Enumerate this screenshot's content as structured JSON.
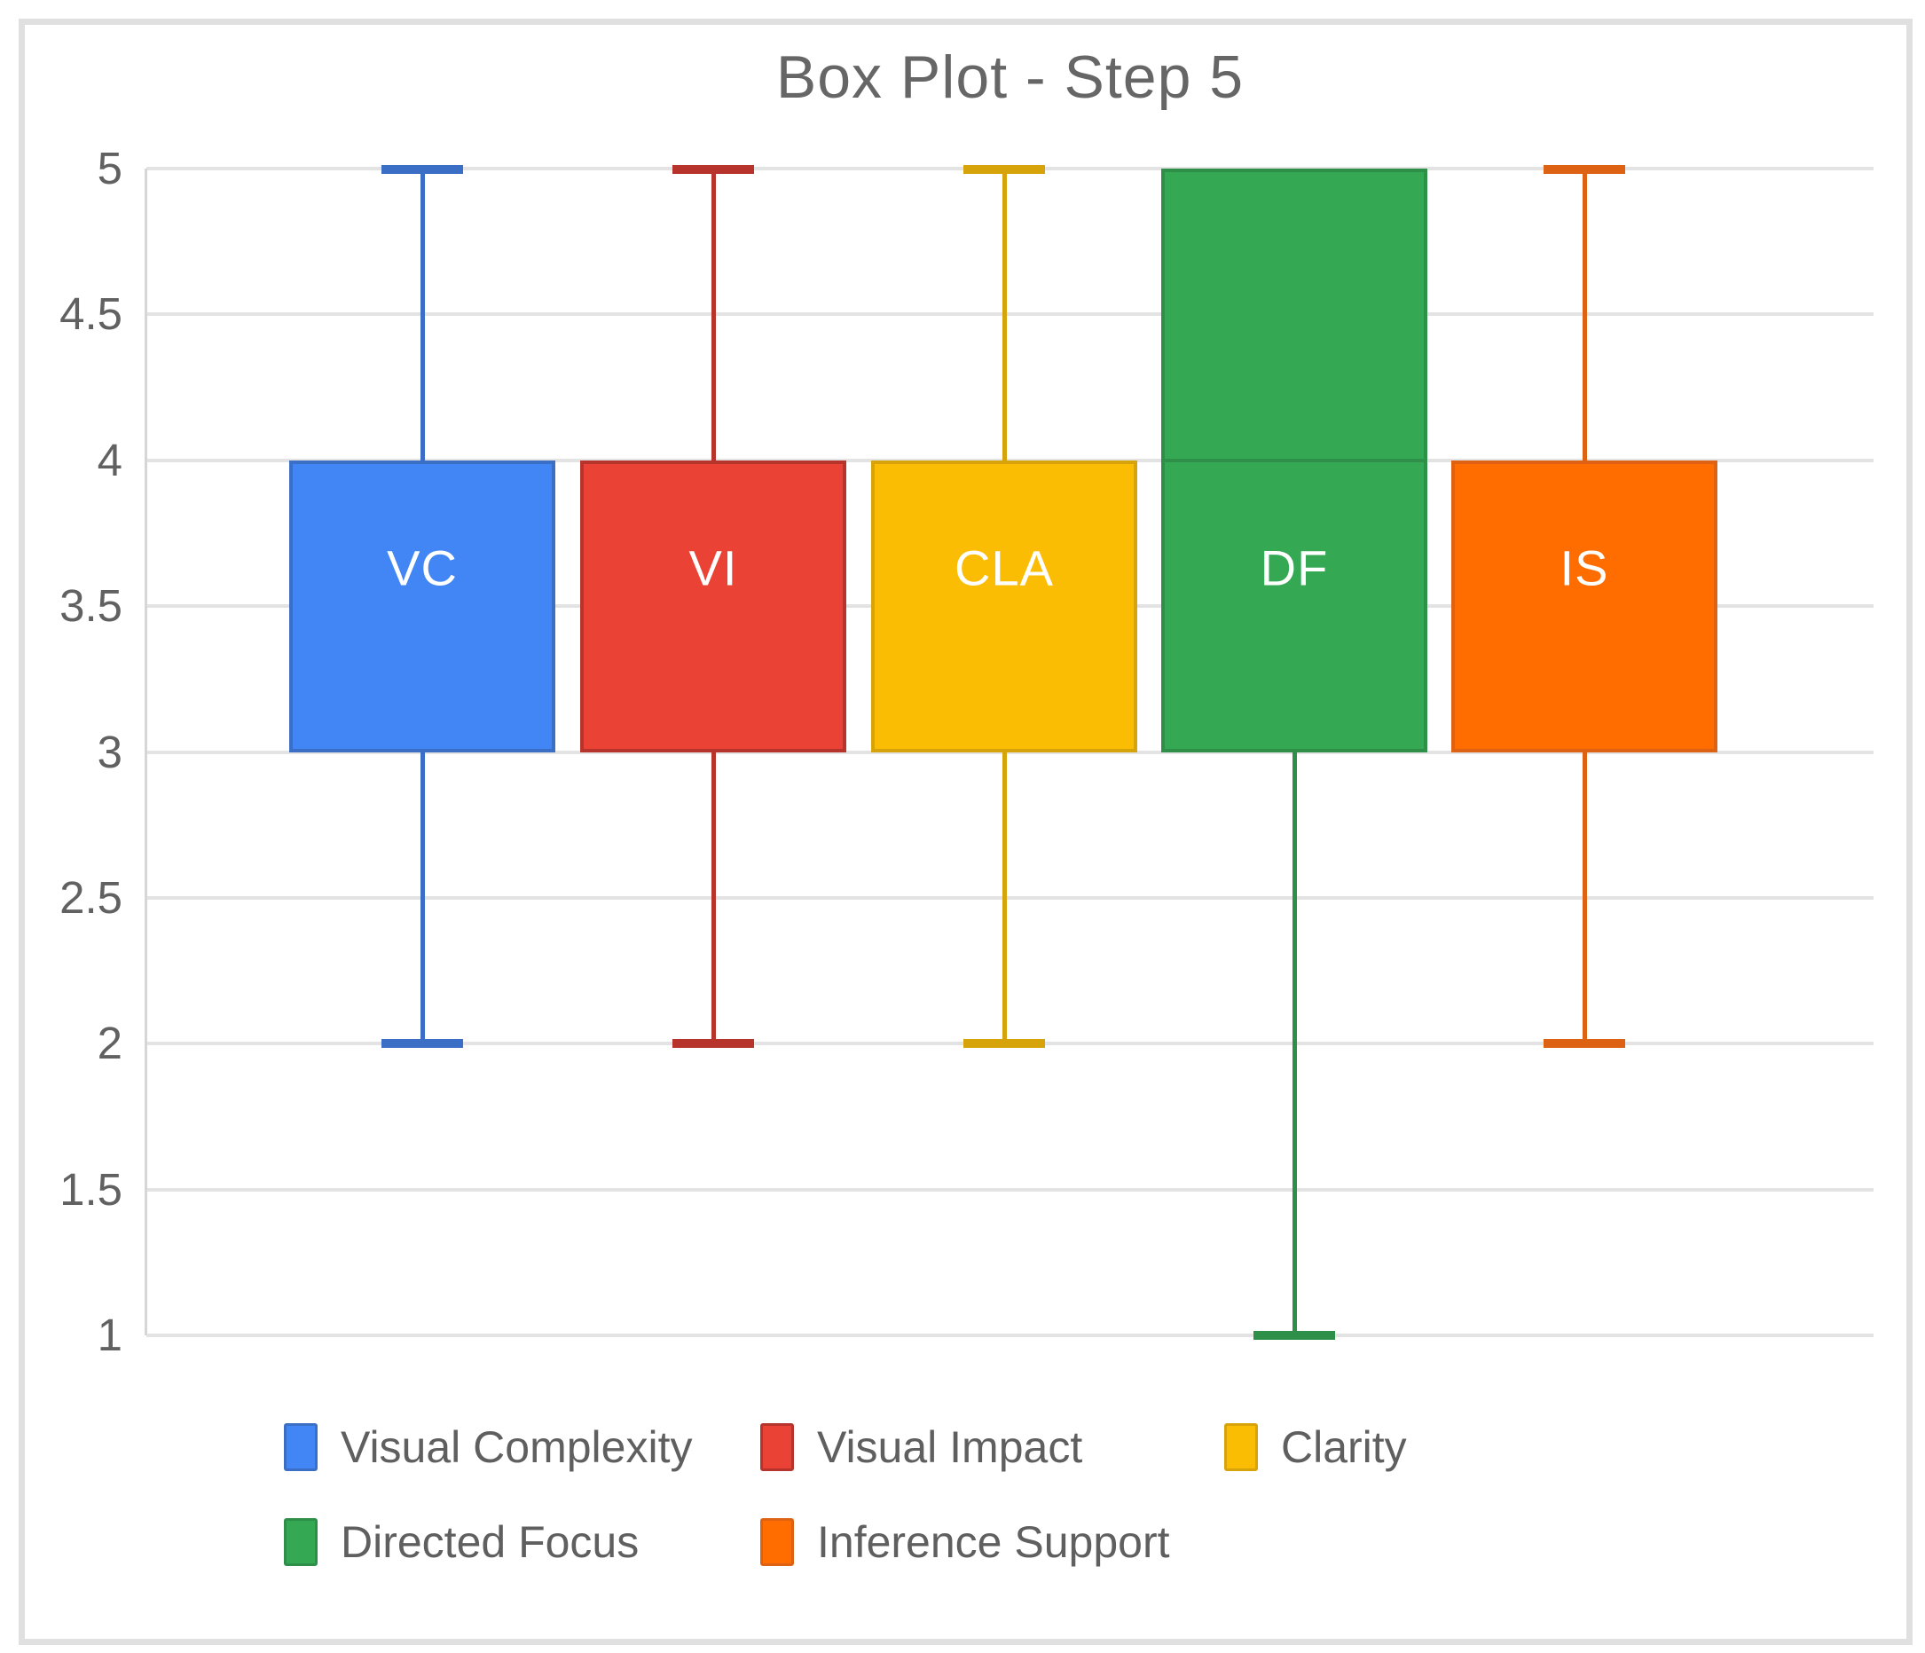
{
  "chart_data": {
    "type": "box",
    "title": "Box Plot - Step 5",
    "grid": true,
    "legend_position": "bottom",
    "y_axis": {
      "min": 1,
      "max": 5,
      "tick_step": 0.5,
      "tick_labels": [
        "5",
        "4.5",
        "4",
        "3.5",
        "3",
        "2.5",
        "2",
        "1.5",
        "1"
      ]
    },
    "series": [
      {
        "abbr": "VC",
        "name": "Visual Complexity",
        "q1": 3,
        "q3": 4,
        "whisker_low": 2,
        "whisker_high": 5,
        "fill": "#4285F4",
        "stroke": "#3B6FC5"
      },
      {
        "abbr": "VI",
        "name": "Visual Impact",
        "q1": 3,
        "q3": 4,
        "whisker_low": 2,
        "whisker_high": 5,
        "fill": "#EA4335",
        "stroke": "#B7342C"
      },
      {
        "abbr": "CLA",
        "name": "Clarity",
        "q1": 3,
        "q3": 4,
        "whisker_low": 2,
        "whisker_high": 5,
        "fill": "#FBBC04",
        "stroke": "#D6A30A"
      },
      {
        "abbr": "DF",
        "name": "Directed Focus",
        "q1": 3,
        "q3": 5,
        "whisker_low": 1,
        "whisker_high": 5,
        "divider": 4,
        "fill": "#34A853",
        "stroke": "#2E8F49"
      },
      {
        "abbr": "IS",
        "name": "Inference Support",
        "q1": 3,
        "q3": 4,
        "whisker_low": 2,
        "whisker_high": 5,
        "fill": "#FF6D00",
        "stroke": "#DD6213"
      }
    ]
  }
}
